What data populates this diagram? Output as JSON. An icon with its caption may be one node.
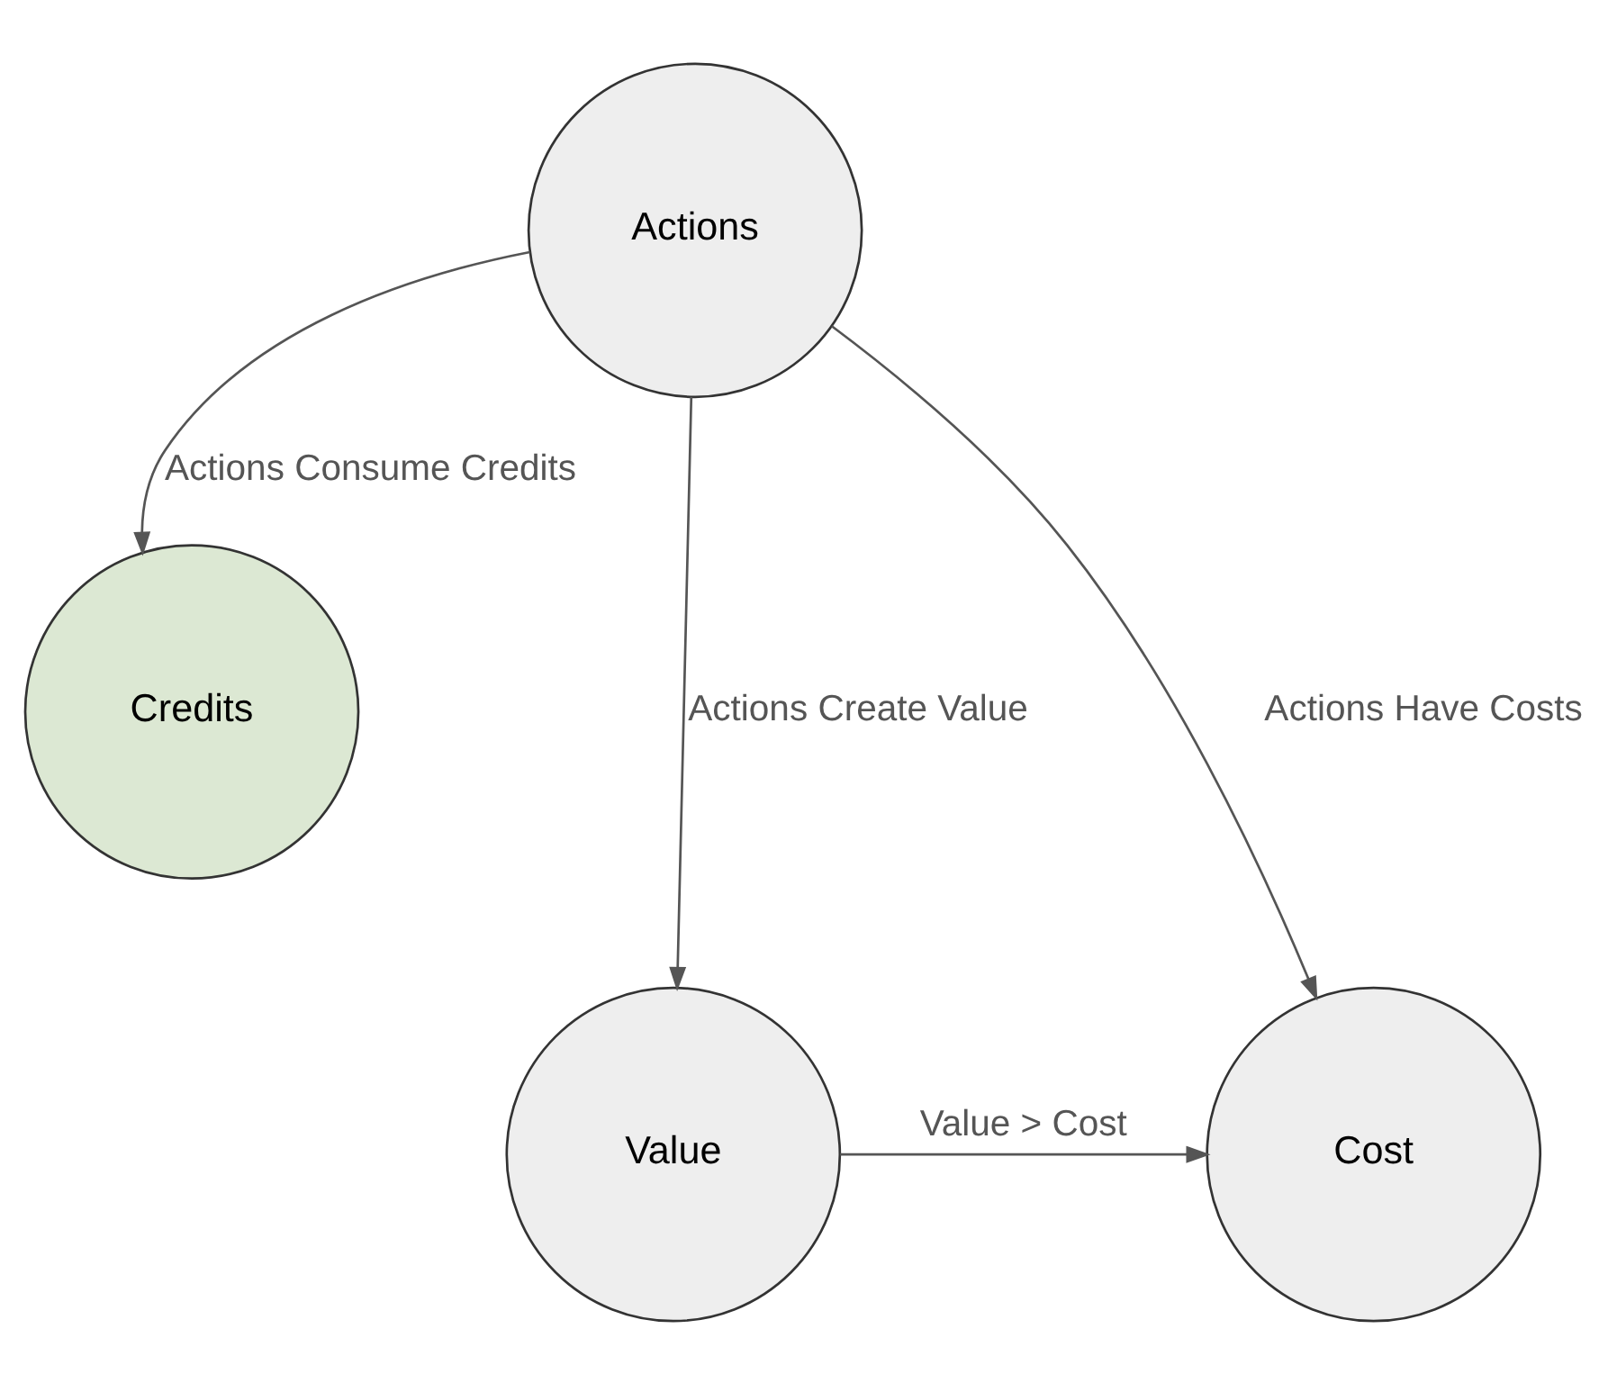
{
  "diagram": {
    "nodes": [
      {
        "text": [
          "Actions"
        ]
      },
      {
        "text": [
          "Credits"
        ]
      },
      {
        "text": [
          "Value"
        ]
      },
      {
        "text": [
          "Cost"
        ]
      }
    ],
    "edges": [
      {
        "from": 0,
        "to": 2,
        "arrow": "to",
        "label": "Actions Create Value"
      },
      {
        "from": 0,
        "to": 1,
        "arrow": "to",
        "label": "Actions Consume Credits"
      },
      {
        "from": 0,
        "to": 3,
        "arrow": "to",
        "label": "Actions Have Costs"
      },
      {
        "from": 2,
        "to": 3,
        "arrow": "to",
        "label": "Value > Cost"
      }
    ]
  }
}
